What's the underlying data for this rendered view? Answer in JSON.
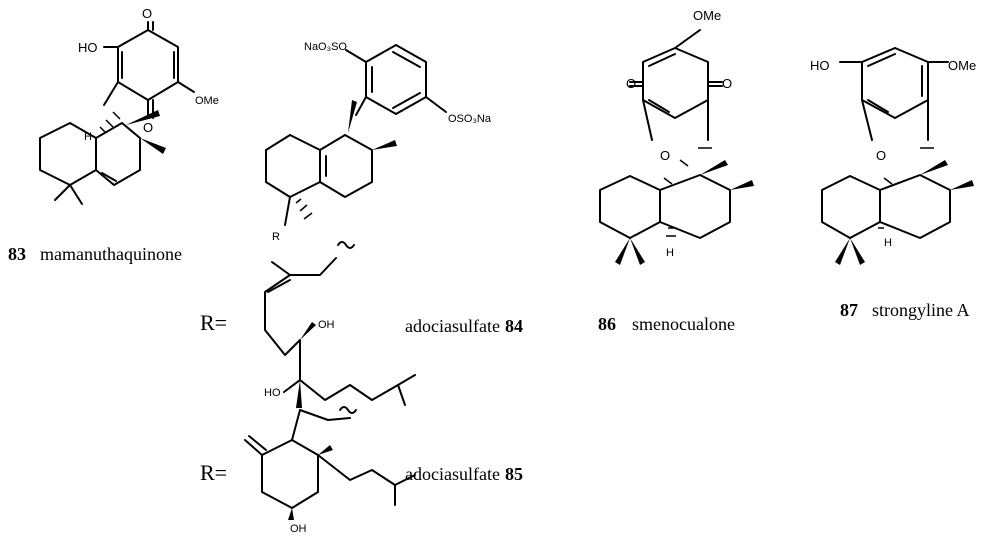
{
  "compounds": [
    {
      "number": "83",
      "name": "mamanuthaquinone"
    },
    {
      "number": "84",
      "name": "adociasulfate"
    },
    {
      "number": "85",
      "name": "adociasulfate"
    },
    {
      "number": "86",
      "name": "smenocualone"
    },
    {
      "number": "87",
      "name": "strongyline A"
    }
  ],
  "r_group_label": "R=",
  "atoms": {
    "oxygen": "O",
    "hydroxyl_left": "HO",
    "hydroxyl_right": "OH",
    "methoxy": "OMe",
    "hydrogen": "H",
    "r_substituent": "R",
    "sulfate_left": "NaO₃SO",
    "sulfate_right": "OSO₃Na"
  }
}
